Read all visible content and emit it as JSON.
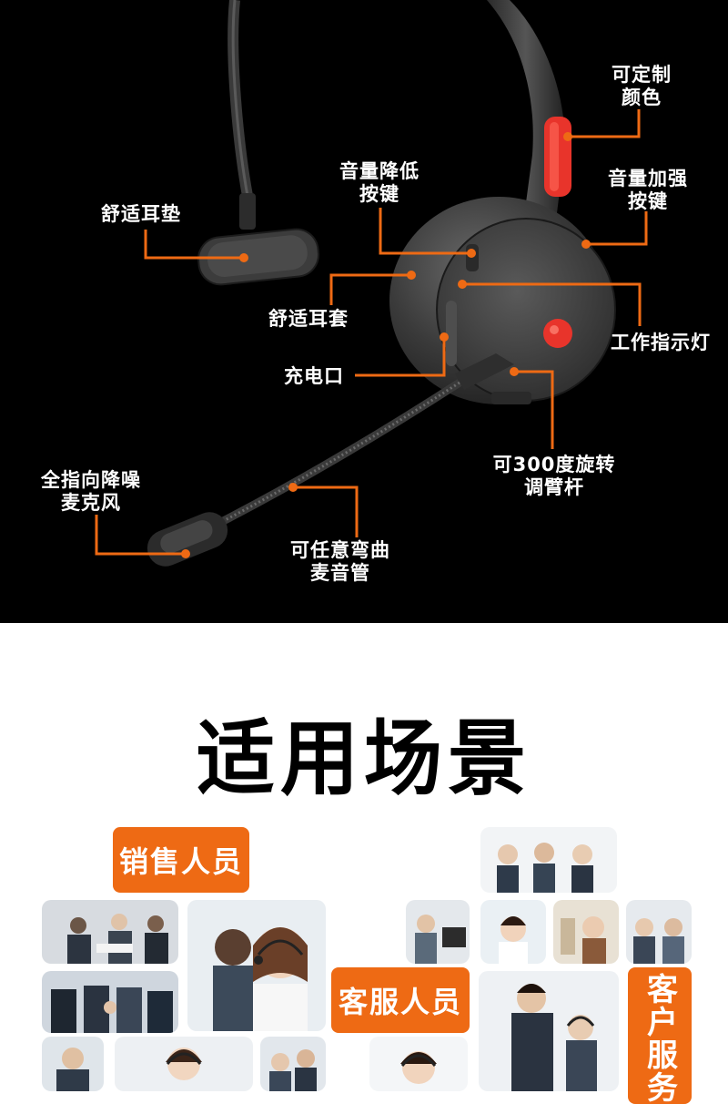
{
  "callouts": {
    "customizable_color": [
      "可定制",
      "颜色"
    ],
    "volume_down": [
      "音量降低",
      "按键"
    ],
    "volume_up": [
      "音量加强",
      "按键"
    ],
    "ear_pad": "舒适耳垫",
    "ear_cover": "舒适耳套",
    "indicator": "工作指示灯",
    "charge_port": "充电口",
    "mic_arm": [
      "可300度旋转",
      "调臂杆"
    ],
    "omni_mic": [
      "全指向降噪",
      "麦克风"
    ],
    "flex_tube": [
      "可任意弯曲",
      "麦音管"
    ]
  },
  "colors": {
    "accent": "#ee6a14",
    "button_red": "#e8342b",
    "background_top": "#000000"
  },
  "scenes": {
    "title": "适用场景",
    "tags": {
      "sales": "销售人员",
      "service": "客服人员",
      "customer_service": "客户服务"
    }
  }
}
